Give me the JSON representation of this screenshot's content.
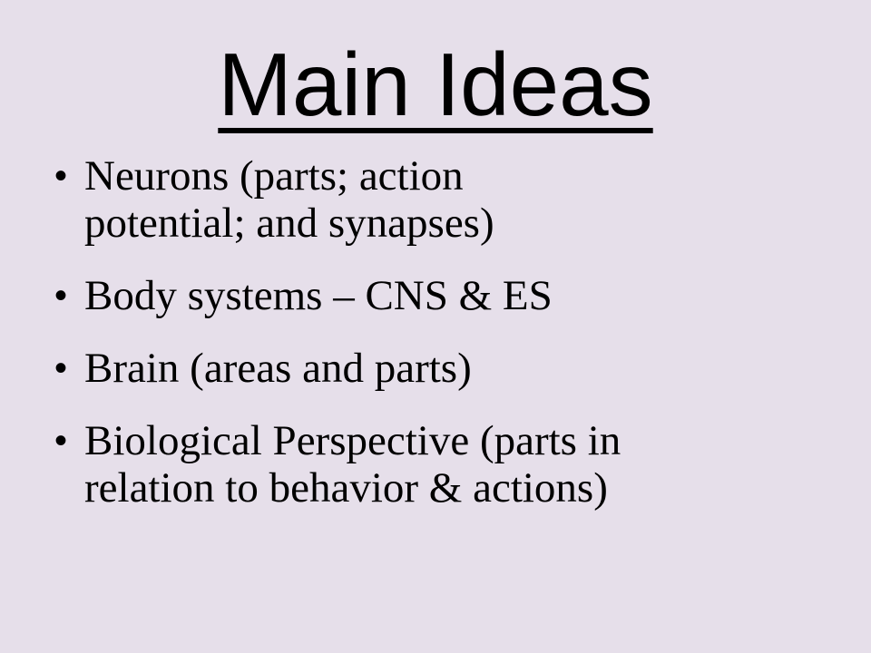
{
  "slide": {
    "title": "Main Ideas",
    "bullets": [
      {
        "line1": "Neurons (parts; action",
        "line2": "potential; and synapses)"
      },
      {
        "line1": "Body systems – CNS & ES",
        "line2": ""
      },
      {
        "line1": "Brain (areas and parts)",
        "line2": ""
      },
      {
        "line1": "Biological Perspective (parts in",
        "line2": "relation to behavior & actions)"
      }
    ],
    "bullet_glyph": "•"
  }
}
